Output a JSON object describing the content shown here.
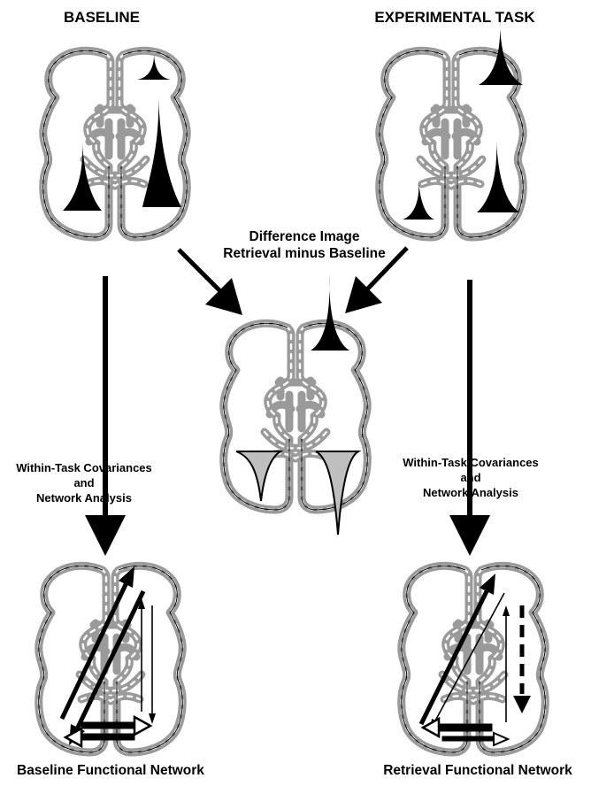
{
  "labels": {
    "baseline": "BASELINE",
    "experimental": "EXPERIMENTAL TASK",
    "difference_line1": "Difference Image",
    "difference_line2": "Retrieval minus Baseline",
    "left_method_line1": "Within-Task Covariances",
    "left_method_line2": "and",
    "left_method_line3": "Network Analysis",
    "right_method_line1": "Within-Task Covariances",
    "right_method_line2": "and",
    "right_method_line3": "Network Analysis",
    "baseline_network": "Baseline Functional Network",
    "retrieval_network": "Retrieval Functional Network"
  },
  "colors": {
    "ink": "#000000",
    "outline_gray": "#9a9a9a",
    "fill_gray": "#d4d4d4"
  }
}
